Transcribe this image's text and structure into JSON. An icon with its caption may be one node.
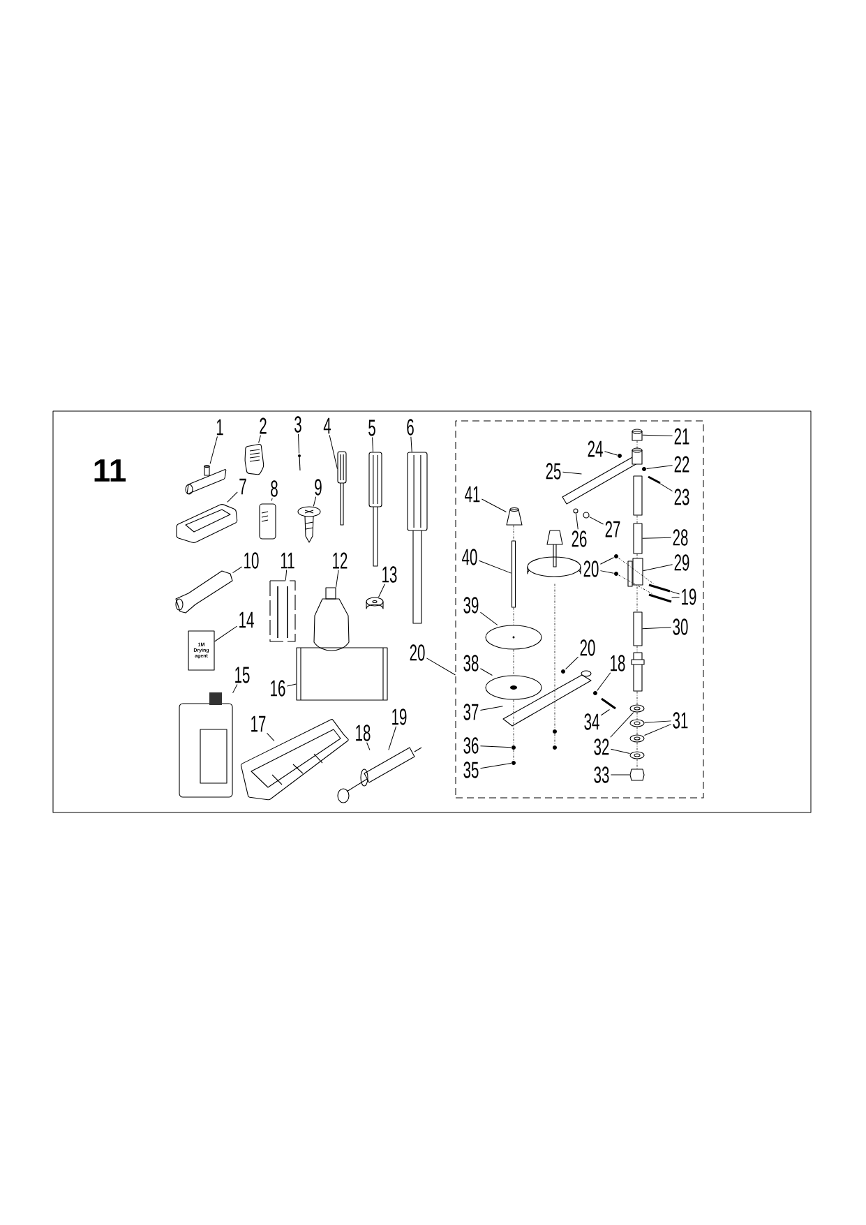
{
  "diagram": {
    "title": "11",
    "nodes": [
      {
        "text": [
          "1"
        ]
      },
      {
        "text": [
          "2"
        ]
      },
      {
        "text": [
          "3"
        ]
      },
      {
        "text": [
          "4"
        ]
      },
      {
        "text": [
          "5"
        ]
      },
      {
        "text": [
          "6"
        ]
      },
      {
        "text": [
          "7"
        ]
      },
      {
        "text": [
          "8"
        ]
      },
      {
        "text": [
          "9"
        ]
      },
      {
        "text": [
          "10"
        ]
      },
      {
        "text": [
          "11"
        ]
      },
      {
        "text": [
          "12"
        ]
      },
      {
        "text": [
          "13"
        ]
      },
      {
        "text": [
          "14"
        ]
      },
      {
        "text": [
          "15"
        ]
      },
      {
        "text": [
          "16"
        ]
      },
      {
        "text": [
          "17"
        ]
      },
      {
        "text": [
          "18"
        ]
      },
      {
        "text": [
          "19"
        ]
      },
      {
        "text": [
          "20"
        ]
      },
      {
        "text": [],
        "shape": "box"
      },
      {
        "text": [
          "21"
        ],
        "in": 20
      },
      {
        "text": [
          "24"
        ],
        "in": 20
      },
      {
        "text": [
          "22"
        ],
        "in": 20
      },
      {
        "text": [
          "25"
        ],
        "in": 20
      },
      {
        "text": [
          "23"
        ],
        "in": 20
      },
      {
        "text": [
          "41"
        ],
        "in": 20
      },
      {
        "text": [
          "26"
        ],
        "in": 20
      },
      {
        "text": [
          "27"
        ],
        "in": 20
      },
      {
        "text": [
          "28"
        ],
        "in": 20
      },
      {
        "text": [
          "40"
        ],
        "in": 20
      },
      {
        "text": [
          "20"
        ],
        "in": 20
      },
      {
        "text": [
          "29"
        ],
        "in": 20
      },
      {
        "text": [
          "19"
        ],
        "in": 20
      },
      {
        "text": [
          "39"
        ],
        "in": 20
      },
      {
        "text": [
          "30"
        ],
        "in": 20
      },
      {
        "text": [
          "20"
        ],
        "in": 20
      },
      {
        "text": [
          "38"
        ],
        "in": 20
      },
      {
        "text": [
          "18"
        ],
        "in": 20
      },
      {
        "text": [
          "37"
        ],
        "in": 20
      },
      {
        "text": [
          "34"
        ],
        "in": 20
      },
      {
        "text": [
          "31"
        ],
        "in": 20
      },
      {
        "text": [
          "32"
        ],
        "in": 20
      },
      {
        "text": [
          "36"
        ],
        "in": 20
      },
      {
        "text": [
          "35"
        ],
        "in": 20
      },
      {
        "text": [
          "33"
        ],
        "in": 20
      },
      {
        "text": [],
        "shape": "picture"
      },
      {
        "text": [],
        "shape": "picture"
      },
      {
        "text": [],
        "shape": "picture"
      },
      {
        "text": [],
        "shape": "picture"
      },
      {
        "text": [],
        "shape": "picture"
      },
      {
        "text": [],
        "shape": "picture"
      },
      {
        "text": [],
        "shape": "picture"
      },
      {
        "text": [],
        "shape": "picture"
      },
      {
        "text": [],
        "shape": "picture"
      },
      {
        "text": [],
        "shape": "picture"
      },
      {
        "text": [],
        "shape": "picture"
      },
      {
        "text": [],
        "shape": "picture"
      },
      {
        "text": [],
        "shape": "picture"
      },
      {
        "text": [
          "1M Drying agent"
        ]
      },
      {
        "text": [],
        "shape": "picture"
      },
      {
        "text": [],
        "shape": "picture"
      },
      {
        "text": [],
        "shape": "picture"
      },
      {
        "text": [],
        "shape": "picture"
      },
      {
        "text": [],
        "shape": "cylinder",
        "in": 20
      },
      {
        "text": [],
        "shape": "picture",
        "in": 20
      },
      {
        "text": [],
        "shape": "bar",
        "in": 20
      },
      {
        "text": [],
        "shape": "picture",
        "in": 20
      },
      {
        "text": [],
        "shape": "picture",
        "in": 20
      },
      {
        "text": [],
        "shape": "box",
        "in": 20
      },
      {
        "text": [],
        "shape": "picture",
        "in": 20
      },
      {
        "text": [],
        "shape": "picture",
        "in": 20
      },
      {
        "text": [],
        "shape": "cylinder",
        "in": 20
      },
      {
        "text": [],
        "shape": "bar",
        "in": 20
      },
      {
        "text": [],
        "shape": "picture",
        "in": 20
      },
      {
        "text": [],
        "shape": "picture",
        "in": 20
      },
      {
        "text": [],
        "shape": "box",
        "in": 20
      },
      {
        "text": [],
        "shape": "picture",
        "in": 20
      },
      {
        "text": [],
        "shape": "picture",
        "in": 20
      },
      {
        "text": [],
        "shape": "picture",
        "in": 20
      },
      {
        "text": [],
        "shape": "cylinder",
        "in": 20
      },
      {
        "text": [],
        "shape": "picture",
        "in": 20
      },
      {
        "text": [],
        "shape": "picture",
        "in": 20
      },
      {
        "text": [],
        "shape": "picture",
        "in": 20
      },
      {
        "text": [],
        "shape": "picture",
        "in": 20
      },
      {
        "text": [],
        "shape": "picture",
        "in": 20
      },
      {
        "text": [],
        "shape": "picture",
        "in": 20
      },
      {
        "text": [],
        "shape": "picture",
        "in": 20
      },
      {
        "text": [],
        "shape": "picture",
        "in": 20
      },
      {
        "text": [],
        "shape": "picture",
        "in": 20
      },
      {
        "text": [],
        "shape": "box",
        "in": 20
      },
      {
        "text": [],
        "shape": "picture",
        "in": 20
      },
      {
        "text": [],
        "shape": "picture",
        "in": 20
      },
      {
        "text": [],
        "shape": "cylinder",
        "in": 20
      },
      {
        "text": [],
        "shape": "cylinder",
        "in": 20
      },
      {
        "text": [],
        "shape": "picture",
        "in": 20
      },
      {
        "text": [],
        "shape": "picture",
        "in": 20
      },
      {
        "text": [],
        "shape": "picture",
        "in": 20
      }
    ],
    "edges": [
      {
        "from": 0,
        "to": 46,
        "arrow": "none"
      },
      {
        "from": 1,
        "to": 47,
        "arrow": "none"
      },
      {
        "from": 2,
        "to": 48,
        "arrow": "none"
      },
      {
        "from": 3,
        "to": 49,
        "arrow": "none"
      },
      {
        "from": 4,
        "to": 50,
        "arrow": "none"
      },
      {
        "from": 5,
        "to": 51,
        "arrow": "none"
      },
      {
        "from": 6,
        "to": 52,
        "arrow": "none"
      },
      {
        "from": 7,
        "to": 53,
        "arrow": "none"
      },
      {
        "from": 8,
        "to": 54,
        "arrow": "none"
      },
      {
        "from": 9,
        "to": 55,
        "arrow": "none"
      },
      {
        "from": 10,
        "to": 56,
        "arrow": "none"
      },
      {
        "from": 11,
        "to": 57,
        "arrow": "none"
      },
      {
        "from": 12,
        "to": 58,
        "arrow": "none"
      },
      {
        "from": 13,
        "to": 59,
        "arrow": "none"
      },
      {
        "from": 14,
        "to": 60,
        "arrow": "none"
      },
      {
        "from": 15,
        "to": 61,
        "arrow": "none"
      },
      {
        "from": 16,
        "to": 62,
        "arrow": "none"
      },
      {
        "from": 17,
        "to": 63,
        "arrow": "none"
      },
      {
        "from": 18,
        "to": 63,
        "arrow": "none"
      },
      {
        "from": 19,
        "to": 20,
        "arrow": "none"
      },
      {
        "from": 21,
        "to": 64,
        "arrow": "none"
      },
      {
        "from": 22,
        "to": 65,
        "arrow": "none"
      },
      {
        "from": 23,
        "to": 67,
        "arrow": "none"
      },
      {
        "from": 24,
        "to": 66,
        "arrow": "none"
      },
      {
        "from": 25,
        "to": 68,
        "arrow": "none"
      },
      {
        "from": 26,
        "to": 69,
        "arrow": "none"
      },
      {
        "from": 27,
        "to": 70,
        "arrow": "none"
      },
      {
        "from": 28,
        "to": 71,
        "arrow": "none"
      },
      {
        "from": 29,
        "to": 80,
        "arrow": "none"
      },
      {
        "from": 30,
        "to": 73,
        "arrow": "none"
      },
      {
        "from": 31,
        "to": 74,
        "arrow": "none"
      },
      {
        "from": 31,
        "to": 75,
        "arrow": "none"
      },
      {
        "from": 32,
        "to": 76,
        "arrow": "none"
      },
      {
        "from": 33,
        "to": 77,
        "arrow": "none"
      },
      {
        "from": 33,
        "to": 78,
        "arrow": "none"
      },
      {
        "from": 34,
        "to": 79,
        "arrow": "none"
      },
      {
        "from": 35,
        "to": 93,
        "arrow": "none"
      },
      {
        "from": 36,
        "to": 81,
        "arrow": "none"
      },
      {
        "from": 37,
        "to": 82,
        "arrow": "none"
      },
      {
        "from": 38,
        "to": 83,
        "arrow": "none"
      },
      {
        "from": 39,
        "to": 84,
        "arrow": "none"
      },
      {
        "from": 40,
        "to": 85,
        "arrow": "none"
      },
      {
        "from": 41,
        "to": 87,
        "arrow": "none"
      },
      {
        "from": 41,
        "to": 88,
        "arrow": "none"
      },
      {
        "from": 42,
        "to": 86,
        "arrow": "none"
      },
      {
        "from": 42,
        "to": 89,
        "arrow": "none"
      },
      {
        "from": 45,
        "to": 90,
        "arrow": "none"
      },
      {
        "from": 43,
        "to": 91,
        "arrow": "none"
      },
      {
        "from": 44,
        "to": 92,
        "arrow": "none"
      },
      {
        "from": 74,
        "to": 77,
        "arrow": "none",
        "style": "dashed"
      },
      {
        "from": 75,
        "to": 78,
        "arrow": "none",
        "style": "dashed"
      },
      {
        "from": 64,
        "to": 66,
        "arrow": "none",
        "style": "dashed"
      },
      {
        "from": 72,
        "to": 80,
        "arrow": "none",
        "style": "dashed"
      },
      {
        "from": 80,
        "to": 76,
        "arrow": "none",
        "style": "dashed"
      },
      {
        "from": 76,
        "to": 93,
        "arrow": "none",
        "style": "dashed"
      },
      {
        "from": 93,
        "to": 94,
        "arrow": "none",
        "style": "dashed"
      },
      {
        "from": 94,
        "to": 86,
        "arrow": "none",
        "style": "dashed"
      },
      {
        "from": 86,
        "to": 87,
        "arrow": "none",
        "style": "dashed"
      },
      {
        "from": 87,
        "to": 88,
        "arrow": "none",
        "style": "dashed"
      },
      {
        "from": 88,
        "to": 89,
        "arrow": "none",
        "style": "dashed"
      },
      {
        "from": 89,
        "to": 90,
        "arrow": "none",
        "style": "dashed"
      },
      {
        "from": 69,
        "to": 73,
        "arrow": "none",
        "style": "dashed"
      },
      {
        "from": 73,
        "to": 79,
        "arrow": "none",
        "style": "dashed"
      },
      {
        "from": 79,
        "to": 82,
        "arrow": "none",
        "style": "dashed"
      },
      {
        "from": 82,
        "to": 91,
        "arrow": "none",
        "style": "dashed"
      },
      {
        "from": 91,
        "to": 92,
        "arrow": "none",
        "style": "dashed"
      },
      {
        "from": 95,
        "to": 96,
        "arrow": "none",
        "style": "dashed"
      },
      {
        "from": 96,
        "to": 97,
        "arrow": "none",
        "style": "dashed"
      }
    ]
  }
}
